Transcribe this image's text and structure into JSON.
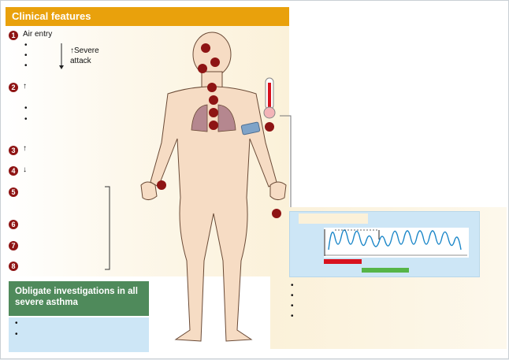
{
  "header": {
    "title": "Clinical features"
  },
  "features": {
    "n1": "1",
    "n2": "2",
    "n3": "3",
    "n4": "4",
    "n5": "5",
    "n6": "6",
    "n7": "7",
    "n8": "8",
    "f1_label": "Air entry",
    "severe_label": "↑Severe",
    "attack_label": "attack",
    "f2_arrow": "↑",
    "f3_arrow": "↑",
    "f4_arrow": "↓",
    "bullet": "•"
  },
  "investigations": {
    "title": "Obligate investigations in all severe asthma"
  },
  "colors": {
    "header": "#e9a10c",
    "green_header": "#4f8a5b",
    "blue_box": "#cde6f6",
    "marker": "#8e1414",
    "trace": "#1a86c8",
    "bar_red": "#d8121e",
    "bar_green": "#56b547"
  },
  "icons": [
    "human-body-figure",
    "thermometer-icon",
    "bp-cuff-icon",
    "pulse-trace-icon"
  ]
}
